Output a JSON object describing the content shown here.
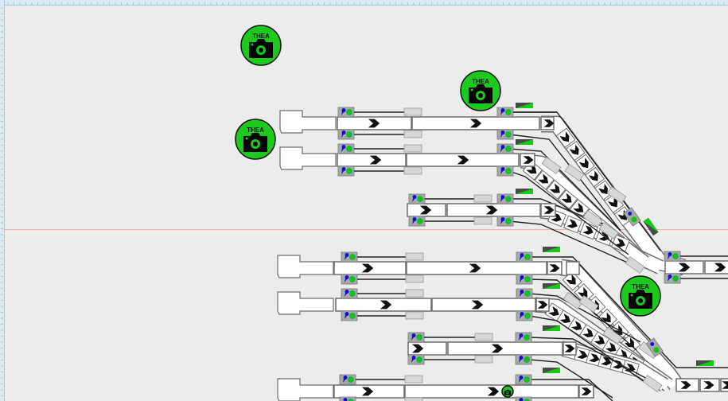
{
  "editor": {
    "view": "track-layout-diagram",
    "guide_line": "horizontal-guide",
    "colors": {
      "background": "#ececec",
      "track_fill": "#ffffff",
      "track_border": "#6d6d6d",
      "signal_green": "#18c018",
      "signal_blue": "#1010d0",
      "signal_box": "#a9a9a9",
      "camera_green": "#1ec91e",
      "indicator_dark": "#4a4a4a",
      "indicator_green": "#11cc11",
      "ruler": "#9fd0ea",
      "guide": "#f3b2a8"
    }
  },
  "cameras": [
    {
      "label": "THEA",
      "icon": "camera-icon"
    },
    {
      "label": "THEA",
      "icon": "camera-icon"
    },
    {
      "label": "THEA",
      "icon": "camera-icon"
    },
    {
      "label": "THEA",
      "icon": "camera-icon"
    }
  ],
  "small_camera": {
    "icon": "camera-icon",
    "label": ""
  },
  "track_groups": [
    {
      "name": "upper-group",
      "tracks": 3,
      "buffer_stops": 2
    },
    {
      "name": "lower-group",
      "tracks": 4,
      "buffer_stops": 3
    }
  ],
  "signal_icons": {
    "left": "pin-icon",
    "right": "green-lamp-icon"
  },
  "direction_icon": "chevron-right-icon",
  "indicator_icon": "ramp-indicator-icon"
}
